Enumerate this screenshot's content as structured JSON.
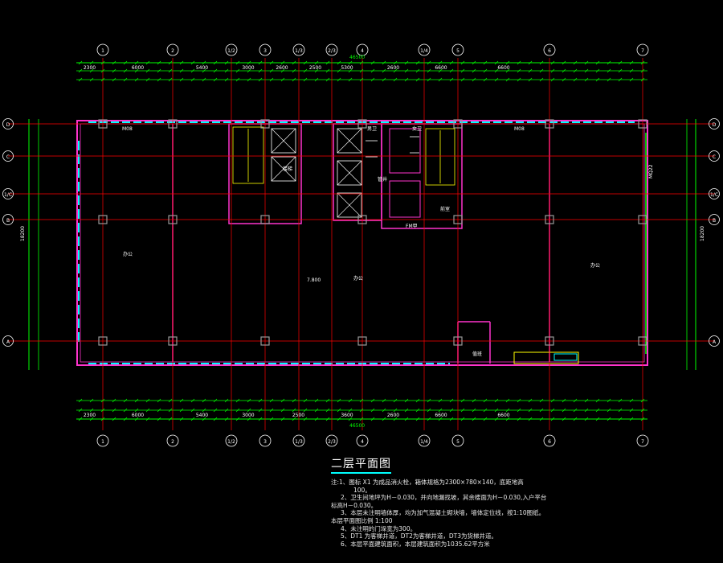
{
  "drawing_title": "二层平面图",
  "axis_labels_x": [
    "1",
    "2",
    "1/2",
    "3",
    "1/3",
    "2/3",
    "4",
    "1/4",
    "5",
    "6",
    "7"
  ],
  "axis_labels_y": [
    "D",
    "C",
    "1/C",
    "B",
    "A"
  ],
  "overall_dimension": "46500",
  "top_dims_row1": [
    "2300",
    "6000",
    "5400",
    "3000",
    "2600",
    "2500",
    "5300",
    "2600",
    "6600",
    "6600"
  ],
  "bottom_dims_row2": [
    "2300",
    "6000",
    "5400",
    "3000",
    "2500",
    "3600",
    "2600",
    "6600",
    "6600"
  ],
  "side_dims_total": "18200",
  "rooms": [
    {
      "id": "office-left",
      "label": "办公"
    },
    {
      "id": "office-center",
      "label": "办公"
    },
    {
      "id": "office-right",
      "label": "办公"
    },
    {
      "id": "toilet-men",
      "label": "男卫"
    },
    {
      "id": "toilet-women",
      "label": "女卫"
    },
    {
      "id": "pipe-room",
      "label": "管井"
    },
    {
      "id": "corridor-front",
      "label": "前室"
    },
    {
      "id": "stair-room",
      "label": "楼梯"
    },
    {
      "id": "guard-room",
      "label": "值班"
    }
  ],
  "level_mark": "7.800",
  "door_labels": {
    "single": "M08",
    "fire": "FM甲",
    "window": "MQ22"
  },
  "colors": {
    "background": "#000000",
    "wall": "#ff33cc",
    "axis": "#ff0000",
    "dimension": "#00ff00",
    "text": "#ffffff",
    "window": "#00ffff",
    "stair": "#ffff00",
    "column": "#9a9a9a"
  },
  "notes": [
    "注:1、图标 X1 为成品消火栓，箱体规格为2300×780×140，底距地高",
    "100。",
    "2、卫生间地坪为H－0.030，并向地漏找坡，其余楼面为H－0.030,入户平台",
    "标高H－0.030。",
    "3、本层未注明墙体厚，均为加气混凝土砌块墙，墙体定位线，按1:10图纸。",
    "本层平面图比例 1:100",
    "4、未注明的门垛宽为300。",
    "5、DT1 为客梯井道，DT2为客梯井道，DT3为货梯井道。",
    "6、本层平面建筑面积，本层建筑面积为1035.62平方米"
  ]
}
